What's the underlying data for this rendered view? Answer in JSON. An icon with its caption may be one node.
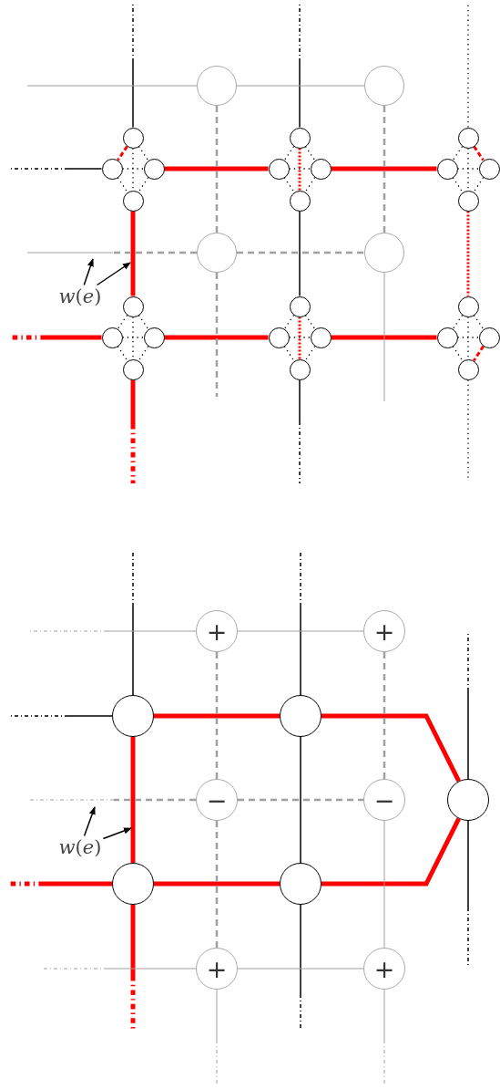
{
  "diagram": {
    "nodes": [
      {
        "text": [],
        "shape": "circle"
      },
      {
        "text": [],
        "shape": "circle"
      },
      {
        "text": [],
        "shape": "circle"
      },
      {
        "text": [],
        "shape": "circle"
      },
      {
        "text": [],
        "shape": "circle"
      },
      {
        "text": [],
        "shape": "circle"
      },
      {
        "text": [],
        "shape": "circle"
      },
      {
        "text": [],
        "shape": "circle"
      },
      {
        "text": [],
        "shape": "circle"
      },
      {
        "text": [],
        "shape": "circle"
      },
      {
        "text": [],
        "shape": "circle"
      },
      {
        "text": [],
        "shape": "circle"
      },
      {
        "text": [],
        "shape": "circle"
      },
      {
        "text": [],
        "shape": "circle"
      },
      {
        "text": [],
        "shape": "circle"
      },
      {
        "text": [],
        "shape": "circle"
      },
      {
        "text": [
          "*w*(*e*)"
        ]
      },
      {
        "text": [],
        "shape": "circle"
      },
      {
        "text": [],
        "shape": "circle"
      },
      {
        "text": [],
        "shape": "circle"
      },
      {
        "text": [],
        "shape": "circle"
      },
      {
        "text": [],
        "shape": "circle"
      },
      {
        "text": [],
        "shape": "circle"
      },
      {
        "text": [],
        "shape": "circle"
      },
      {
        "text": [],
        "shape": "circle"
      },
      {
        "text": [],
        "shape": "circle"
      },
      {
        "text": [],
        "shape": "circle"
      },
      {
        "text": [],
        "shape": "circle"
      },
      {
        "text": [],
        "shape": "circle"
      },
      {
        "text": [
          "+"
        ]
      },
      {
        "text": [
          "+"
        ]
      },
      {
        "text": [],
        "shape": "circle"
      },
      {
        "text": [],
        "shape": "circle"
      },
      {
        "text": [
          "−"
        ]
      },
      {
        "text": [
          "−"
        ]
      },
      {
        "text": [],
        "shape": "circle"
      },
      {
        "text": [
          "*w*(*e*)"
        ]
      },
      {
        "text": [],
        "shape": "circle"
      },
      {
        "text": [],
        "shape": "circle"
      },
      {
        "text": [
          "+"
        ]
      },
      {
        "text": [
          "+"
        ]
      }
    ],
    "edges": [
      {
        "from": 2,
        "to": 3,
        "arrow": "none",
        "style": "dashed",
        "color": "#ff0000"
      },
      {
        "from": 2,
        "to": 4,
        "arrow": "none",
        "style": "dashed"
      },
      {
        "from": 3,
        "to": 5,
        "arrow": "none",
        "style": "dashed"
      },
      {
        "from": 4,
        "to": 5,
        "arrow": "none",
        "style": "dashed"
      },
      {
        "from": 2,
        "to": 5,
        "arrow": "none",
        "style": "dashed"
      },
      {
        "from": 3,
        "to": 4,
        "arrow": "none",
        "style": "dashed"
      },
      {
        "from": 6,
        "to": 7,
        "arrow": "none",
        "style": "dashed"
      },
      {
        "from": 6,
        "to": 8,
        "arrow": "none",
        "style": "dashed"
      },
      {
        "from": 7,
        "to": 9,
        "arrow": "none",
        "style": "dashed"
      },
      {
        "from": 8,
        "to": 9,
        "arrow": "none",
        "style": "dashed"
      },
      {
        "from": 6,
        "to": 9,
        "arrow": "none",
        "style": "dashed",
        "color": "#ff0000"
      },
      {
        "from": 7,
        "to": 8,
        "arrow": "none",
        "style": "dashed"
      },
      {
        "from": 10,
        "to": 11,
        "arrow": "none",
        "style": "dashed"
      },
      {
        "from": 10,
        "to": 12,
        "arrow": "none",
        "style": "dashed",
        "color": "#ff0000"
      },
      {
        "from": 11,
        "to": 13,
        "arrow": "none",
        "style": "dashed"
      },
      {
        "from": 12,
        "to": 13,
        "arrow": "none",
        "style": "dashed"
      },
      {
        "from": 10,
        "to": 13,
        "arrow": "none",
        "style": "dashed"
      },
      {
        "from": 11,
        "to": 12,
        "arrow": "none",
        "style": "dashed"
      },
      {
        "from": 17,
        "to": 18,
        "arrow": "none",
        "style": "dashed"
      },
      {
        "from": 17,
        "to": 19,
        "arrow": "none",
        "style": "dashed"
      },
      {
        "from": 18,
        "to": 20,
        "arrow": "none",
        "style": "dashed"
      },
      {
        "from": 19,
        "to": 20,
        "arrow": "none",
        "style": "dashed"
      },
      {
        "from": 17,
        "to": 20,
        "arrow": "none",
        "style": "dashed"
      },
      {
        "from": 18,
        "to": 19,
        "arrow": "none",
        "style": "dashed"
      },
      {
        "from": 21,
        "to": 22,
        "arrow": "none",
        "style": "dashed"
      },
      {
        "from": 21,
        "to": 23,
        "arrow": "none",
        "style": "dashed"
      },
      {
        "from": 22,
        "to": 24,
        "arrow": "none",
        "style": "dashed"
      },
      {
        "from": 23,
        "to": 24,
        "arrow": "none",
        "style": "dashed"
      },
      {
        "from": 21,
        "to": 24,
        "arrow": "none",
        "style": "dashed",
        "color": "#ff0000"
      },
      {
        "from": 22,
        "to": 23,
        "arrow": "none",
        "style": "dashed"
      },
      {
        "from": 25,
        "to": 26,
        "arrow": "none",
        "style": "dashed"
      },
      {
        "from": 25,
        "to": 27,
        "arrow": "none",
        "style": "dashed"
      },
      {
        "from": 26,
        "to": 28,
        "arrow": "none",
        "style": "dashed"
      },
      {
        "from": 27,
        "to": 28,
        "arrow": "none",
        "style": "dashed",
        "color": "#ff0000"
      },
      {
        "from": 25,
        "to": 28,
        "arrow": "none",
        "style": "dashed"
      },
      {
        "from": 26,
        "to": 27,
        "arrow": "none",
        "style": "dashed"
      },
      {
        "from": 4,
        "to": 7,
        "arrow": "none",
        "style": "thick",
        "color": "#ff0000"
      },
      {
        "from": 8,
        "to": 11,
        "arrow": "none",
        "style": "thick",
        "color": "#ff0000"
      },
      {
        "from": 19,
        "to": 22,
        "arrow": "none",
        "style": "thick",
        "color": "#ff0000"
      },
      {
        "from": 23,
        "to": 26,
        "arrow": "none",
        "style": "thick",
        "color": "#ff0000"
      },
      {
        "from": 5,
        "to": 17,
        "arrow": "none",
        "style": "thick",
        "color": "#ff0000"
      },
      {
        "from": 9,
        "to": 21,
        "arrow": "none"
      },
      {
        "from": 13,
        "to": 25,
        "arrow": "none",
        "style": "dashed",
        "color": "#ff0000"
      },
      {
        "from": 2,
        "to": null,
        "arrow": "none"
      },
      {
        "from": 3,
        "to": null,
        "arrow": "none"
      },
      {
        "from": 6,
        "to": null,
        "arrow": "none"
      },
      {
        "from": 10,
        "to": null,
        "arrow": "none",
        "style": "dashed"
      },
      {
        "from": 18,
        "to": null,
        "arrow": "none",
        "style": "thick",
        "color": "#ff0000"
      },
      {
        "from": 20,
        "to": null,
        "arrow": "none",
        "style": "thick",
        "color": "#ff0000"
      },
      {
        "from": 24,
        "to": null,
        "arrow": "none"
      },
      {
        "from": 28,
        "to": null,
        "arrow": "none",
        "style": "dashed"
      },
      {
        "from": 0,
        "to": null,
        "arrow": "none",
        "color": "#a0a0a0"
      },
      {
        "from": 0,
        "to": 1,
        "arrow": "none",
        "color": "#a0a0a0"
      },
      {
        "from": 0,
        "to": 14,
        "arrow": "none",
        "style": "dashed",
        "color": "#a0a0a0"
      },
      {
        "from": 1,
        "to": 15,
        "arrow": "none",
        "style": "dashed",
        "color": "#a0a0a0"
      },
      {
        "from": 14,
        "to": null,
        "arrow": "none",
        "style": "dashed",
        "color": "#a0a0a0"
      },
      {
        "from": 14,
        "to": 15,
        "arrow": "none",
        "style": "dashed",
        "color": "#a0a0a0"
      },
      {
        "from": 14,
        "to": null,
        "arrow": "none",
        "style": "dashed",
        "color": "#a0a0a0"
      },
      {
        "from": 15,
        "to": null,
        "arrow": "none",
        "color": "#a0a0a0"
      },
      {
        "from": 16,
        "to": null,
        "arrow": "to"
      },
      {
        "from": 16,
        "to": null,
        "arrow": "to"
      },
      {
        "from": 31,
        "to": 32,
        "arrow": "none",
        "style": "thick",
        "color": "#ff0000"
      },
      {
        "from": 32,
        "to": 35,
        "arrow": "none",
        "style": "thick",
        "color": "#ff0000"
      },
      {
        "from": 37,
        "to": 38,
        "arrow": "none",
        "style": "thick",
        "color": "#ff0000"
      },
      {
        "from": 38,
        "to": 35,
        "arrow": "none",
        "style": "thick",
        "color": "#ff0000"
      },
      {
        "from": 31,
        "to": 37,
        "arrow": "none",
        "style": "thick",
        "color": "#ff0000"
      },
      {
        "from": 32,
        "to": 38,
        "arrow": "none"
      },
      {
        "from": 31,
        "to": null,
        "arrow": "none"
      },
      {
        "from": 31,
        "to": null,
        "arrow": "none"
      },
      {
        "from": 32,
        "to": null,
        "arrow": "none"
      },
      {
        "from": 35,
        "to": null,
        "arrow": "none"
      },
      {
        "from": 35,
        "to": null,
        "arrow": "none"
      },
      {
        "from": 37,
        "to": null,
        "arrow": "none",
        "style": "thick",
        "color": "#ff0000"
      },
      {
        "from": 37,
        "to": null,
        "arrow": "none",
        "style": "thick",
        "color": "#ff0000"
      },
      {
        "from": 38,
        "to": null,
        "arrow": "none"
      },
      {
        "from": 29,
        "to": null,
        "arrow": "none",
        "color": "#a0a0a0"
      },
      {
        "from": 29,
        "to": 30,
        "arrow": "none",
        "color": "#a0a0a0"
      },
      {
        "from": 29,
        "to": 33,
        "arrow": "none",
        "style": "dashed",
        "color": "#a0a0a0"
      },
      {
        "from": 30,
        "to": 34,
        "arrow": "none",
        "style": "dashed",
        "color": "#a0a0a0"
      },
      {
        "from": 33,
        "to": null,
        "arrow": "none",
        "style": "dashed",
        "color": "#a0a0a0"
      },
      {
        "from": 33,
        "to": 34,
        "arrow": "none",
        "style": "dashed",
        "color": "#a0a0a0"
      },
      {
        "from": 33,
        "to": 39,
        "arrow": "none",
        "style": "dashed",
        "color": "#a0a0a0"
      },
      {
        "from": 34,
        "to": 40,
        "arrow": "none",
        "color": "#a0a0a0"
      },
      {
        "from": 39,
        "to": null,
        "arrow": "none",
        "color": "#a0a0a0"
      },
      {
        "from": 39,
        "to": 40,
        "arrow": "none",
        "color": "#a0a0a0"
      },
      {
        "from": 39,
        "to": null,
        "arrow": "none",
        "color": "#a0a0a0"
      },
      {
        "from": 40,
        "to": null,
        "arrow": "none",
        "color": "#a0a0a0"
      },
      {
        "from": 36,
        "to": null,
        "arrow": "to"
      },
      {
        "from": 36,
        "to": null,
        "arrow": "to"
      }
    ]
  }
}
